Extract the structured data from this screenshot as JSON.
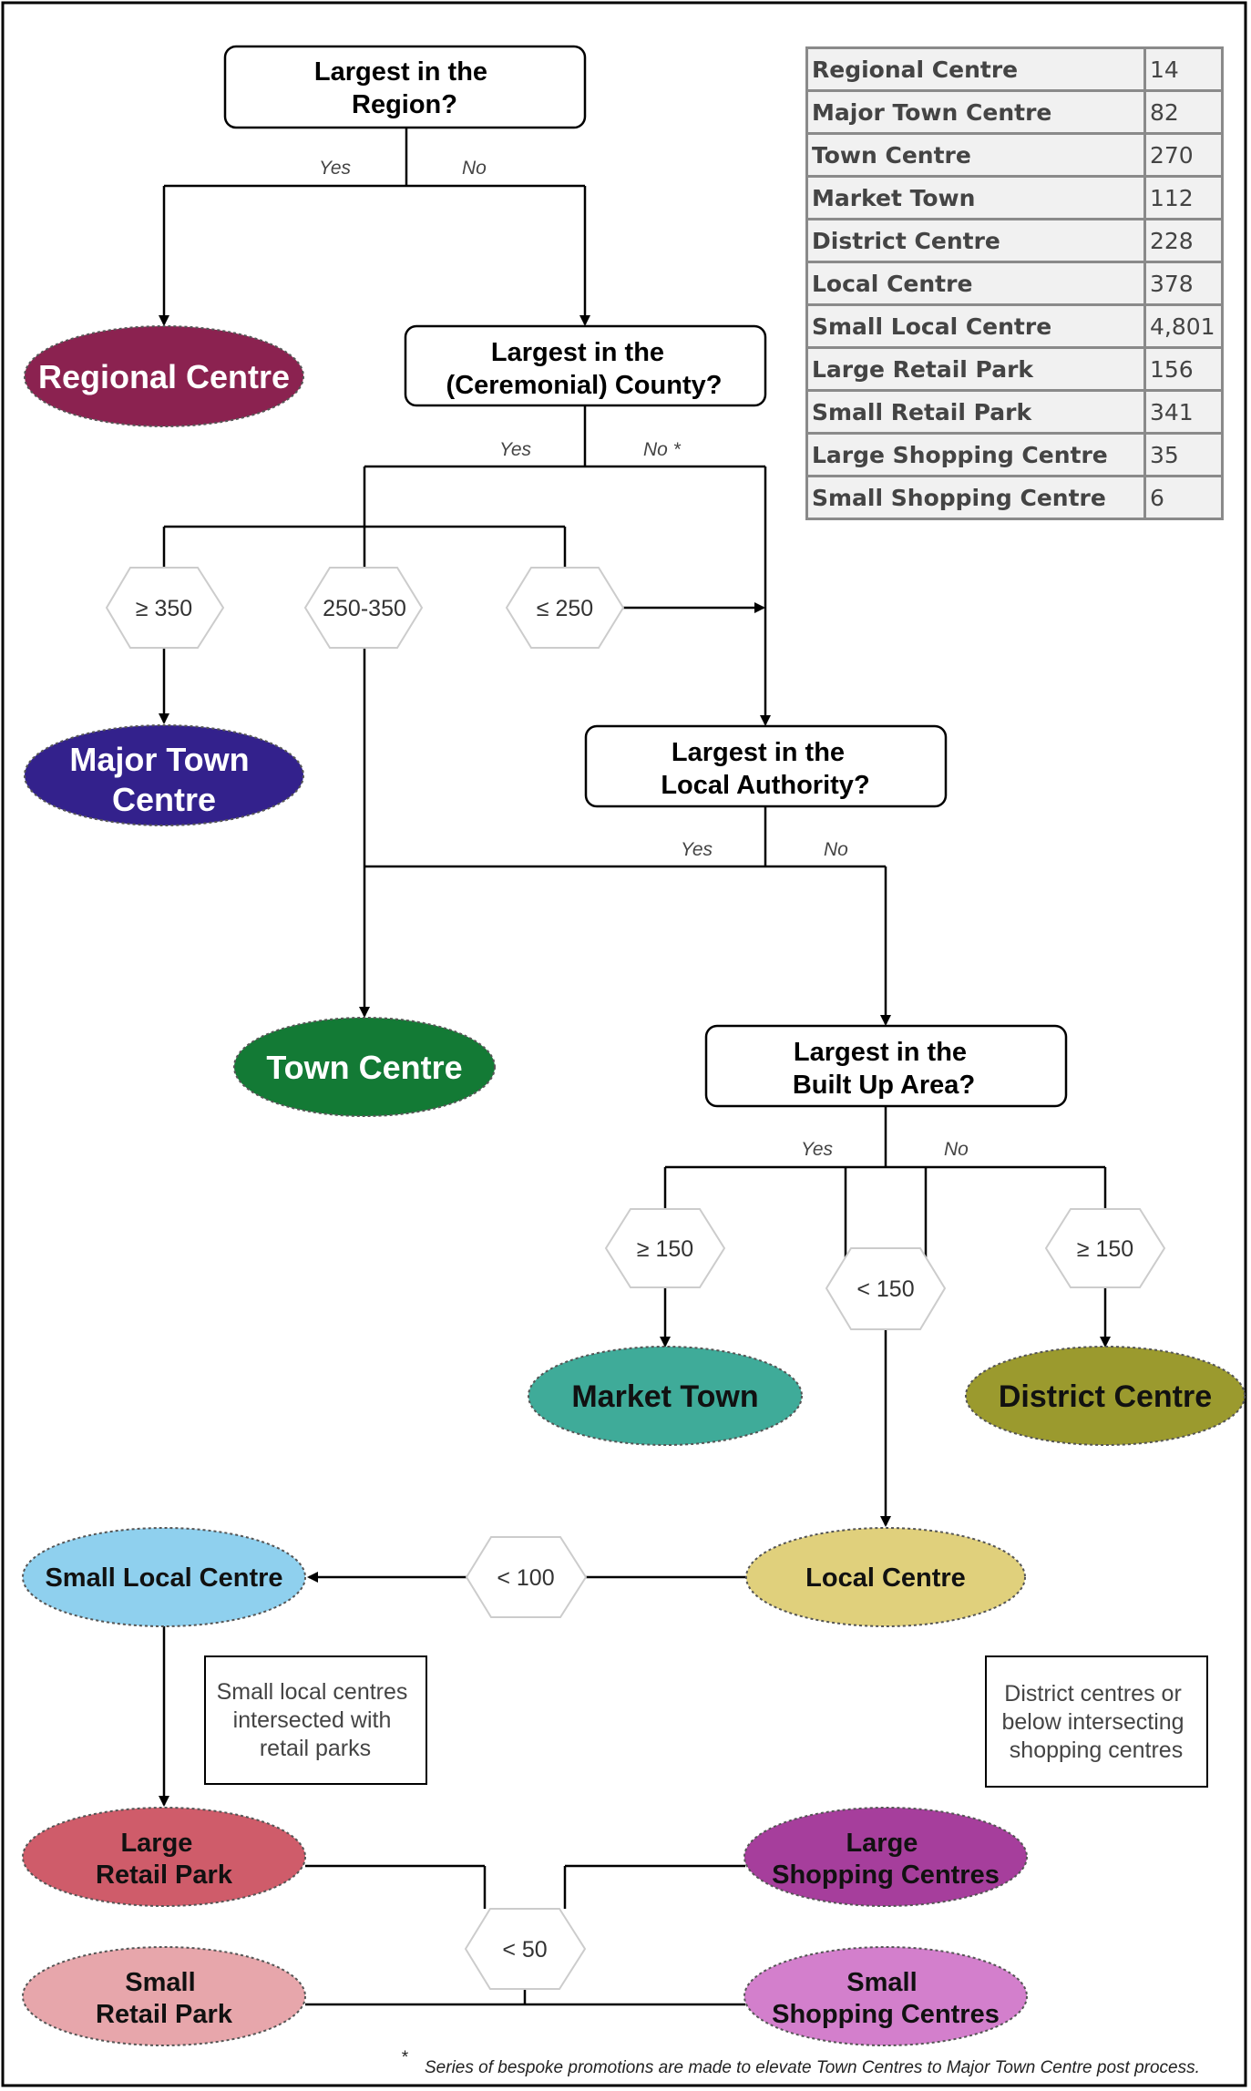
{
  "questions": {
    "region": [
      "Largest in the",
      "Region?"
    ],
    "county": [
      "Largest in the",
      "(Ceremonial) County?"
    ],
    "authority": [
      "Largest in the",
      "Local Authority?"
    ],
    "bua": [
      "Largest in the",
      "Built Up Area?"
    ]
  },
  "edge_labels": {
    "yes": "Yes",
    "no": "No",
    "no_star": "No *"
  },
  "thresholds": {
    "ge350": "≥ 350",
    "r250_350": "250-350",
    "le250": "≤ 250",
    "ge150_left": "≥ 150",
    "lt150": "< 150",
    "ge150_right": "≥ 150",
    "lt100": "< 100",
    "lt50": "< 50"
  },
  "outcomes": {
    "regional_centre": {
      "label": [
        "Regional Centre"
      ],
      "color": "#8b2250"
    },
    "major_town_centre": {
      "label": [
        "Major Town",
        "Centre"
      ],
      "color": "#33218c"
    },
    "town_centre": {
      "label": [
        "Town Centre"
      ],
      "color": "#137a35"
    },
    "market_town": {
      "label": [
        "Market Town"
      ],
      "color": "#3fab99"
    },
    "district_centre": {
      "label": [
        "District Centre"
      ],
      "color": "#9b9a2e"
    },
    "local_centre": {
      "label": [
        "Local Centre"
      ],
      "color": "#e0d07c"
    },
    "small_local_centre": {
      "label": [
        "Small Local Centre"
      ],
      "color": "#8fd0ee"
    },
    "large_retail_park": {
      "label": [
        "Large",
        "Retail Park"
      ],
      "color": "#cf5c6a"
    },
    "small_retail_park": {
      "label": [
        "Small",
        "Retail Park"
      ],
      "color": "#e7a6ab"
    },
    "large_shopping_centres": {
      "label": [
        "Large",
        "Shopping Centres"
      ],
      "color": "#a63e9c"
    },
    "small_shopping_centres": {
      "label": [
        "Small",
        "Shopping Centres"
      ],
      "color": "#d37fcc"
    }
  },
  "notes": {
    "retail_parks": [
      "Small local centres",
      "intersected with",
      "retail parks"
    ],
    "shopping_centres": [
      "District centres or",
      "below intersecting",
      "shopping centres"
    ],
    "footnote_marker": "*",
    "footnote": "Series of bespoke promotions are made to elevate Town Centres to Major Town Centre post process."
  },
  "counts_table": [
    {
      "name": "Regional Centre",
      "value": "14"
    },
    {
      "name": "Major Town Centre",
      "value": "82"
    },
    {
      "name": "Town Centre",
      "value": "270"
    },
    {
      "name": "Market Town",
      "value": "112"
    },
    {
      "name": "District Centre",
      "value": "228"
    },
    {
      "name": "Local Centre",
      "value": "378"
    },
    {
      "name": "Small Local Centre",
      "value": "4,801"
    },
    {
      "name": "Large Retail Park",
      "value": "156"
    },
    {
      "name": "Small Retail Park",
      "value": "341"
    },
    {
      "name": "Large Shopping Centre",
      "value": "35"
    },
    {
      "name": "Small Shopping Centre",
      "value": "6"
    }
  ]
}
